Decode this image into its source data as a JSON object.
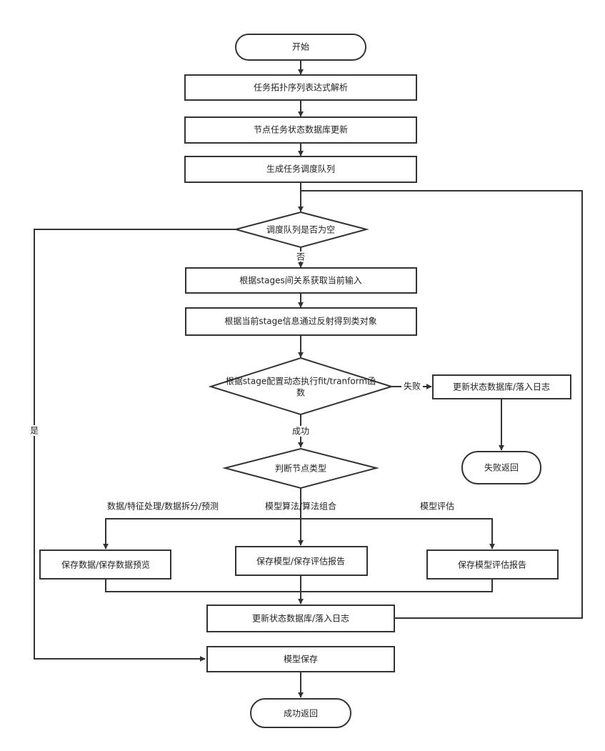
{
  "nodes": {
    "start": "开始",
    "parse": "任务拓扑序列表达式解析",
    "update_db": "节点任务状态数据库更新",
    "gen_queue": "生成任务调度队列",
    "queue_empty": "调度队列是否为空",
    "get_input": "根据stages间关系获取当前输入",
    "reflect": "根据当前stage信息通过反射得到类对象",
    "exec_line1": "根据stage配置动态执行fit/tranform函",
    "exec_line2": "数",
    "fail_update": "更新状态数据库/落入日志",
    "fail_return": "失败返回",
    "node_type": "判断节点类型",
    "save_data": "保存数据/保存数据预览",
    "save_model": "保存模型/保存评估报告",
    "save_eval": "保存模型评估报告",
    "update_log": "更新状态数据库/落入日志",
    "model_save": "模型保存",
    "success_return": "成功返回"
  },
  "edges": {
    "no": "否",
    "yes": "是",
    "fail": "失败",
    "success": "成功",
    "branch_data": "数据/特征处理/数据拆分/预测",
    "branch_algo": "模型算法/算法组合",
    "branch_eval": "模型评估"
  }
}
